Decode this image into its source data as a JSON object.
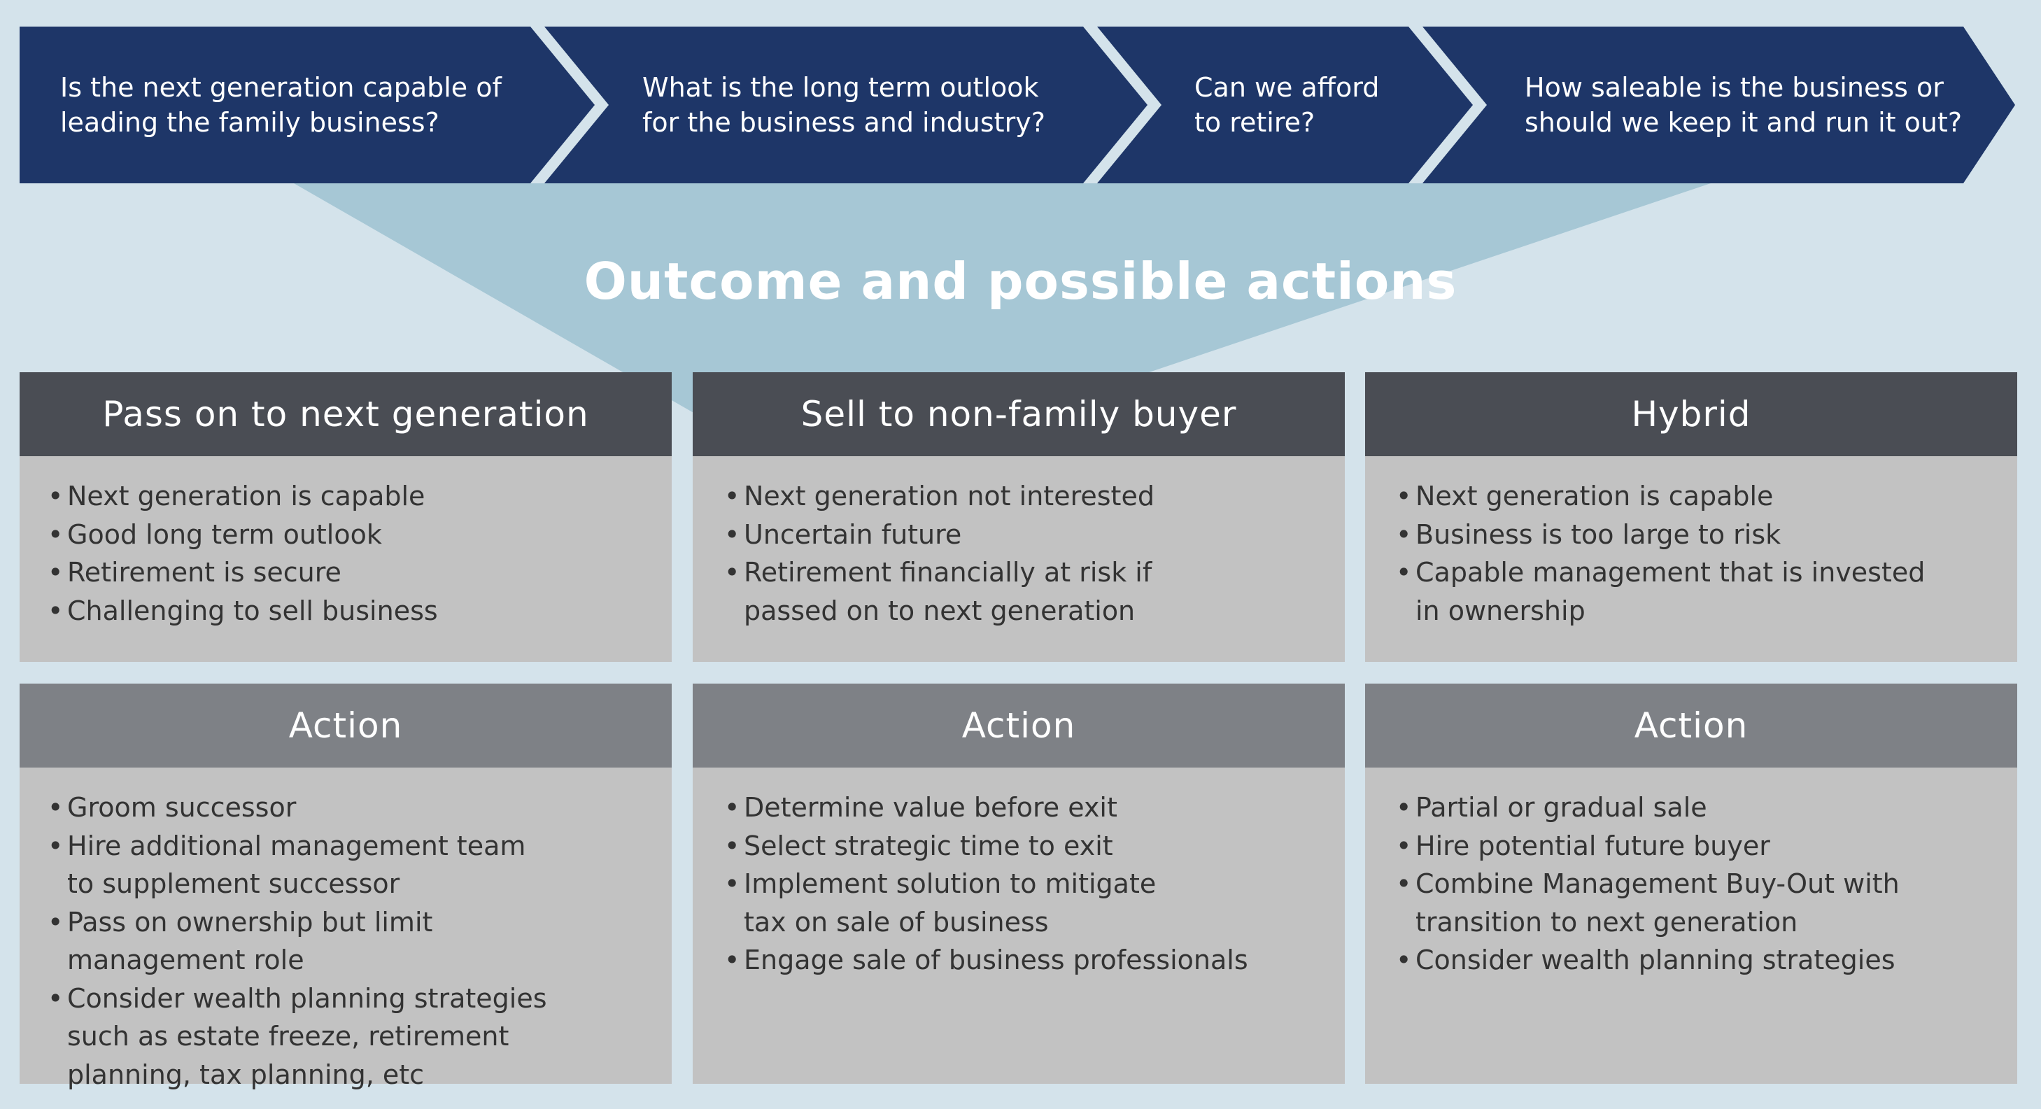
{
  "colors": {
    "background": "#d4e3eb",
    "banner": "#1e3668",
    "funnel": "#a6c7d5",
    "header_dark": "#4a4d54",
    "header_mid": "#7e8186",
    "card_body": "#c2c2c2"
  },
  "questions": [
    "Is the next generation capable of\nleading the family business?",
    "What is the long term outlook\nfor the business and industry?",
    "Can we afford\nto retire?",
    "How saleable is the business or\nshould we keep it and run it out?"
  ],
  "outcome_title": "Outcome and possible actions",
  "outcomes": [
    {
      "title": "Pass on to next generation",
      "conditions": [
        "Next generation is capable",
        "Good long term outlook",
        "Retirement is secure",
        "Challenging to sell business"
      ],
      "action_title": "Action",
      "actions": [
        "Groom successor",
        "Hire additional management team to supplement successor",
        "Pass on ownership but limit management role",
        "Consider wealth planning strategies such as estate freeze, retirement planning, tax planning, etc"
      ]
    },
    {
      "title": "Sell to non-family buyer",
      "conditions": [
        "Next generation not interested",
        "Uncertain future",
        "Retirement financially at risk if passed on to next generation"
      ],
      "action_title": "Action",
      "actions": [
        "Determine value before exit",
        "Select strategic time to exit",
        "Implement solution to mitigate tax on sale of business",
        "Engage sale of business professionals"
      ]
    },
    {
      "title": "Hybrid",
      "conditions": [
        "Next generation is capable",
        "Business is too large to risk",
        "Capable management that is invested in ownership"
      ],
      "action_title": "Action",
      "actions": [
        "Partial or gradual sale",
        "Hire potential future buyer",
        "Combine Management Buy-Out with transition to next generation",
        "Consider wealth planning strategies"
      ]
    }
  ]
}
